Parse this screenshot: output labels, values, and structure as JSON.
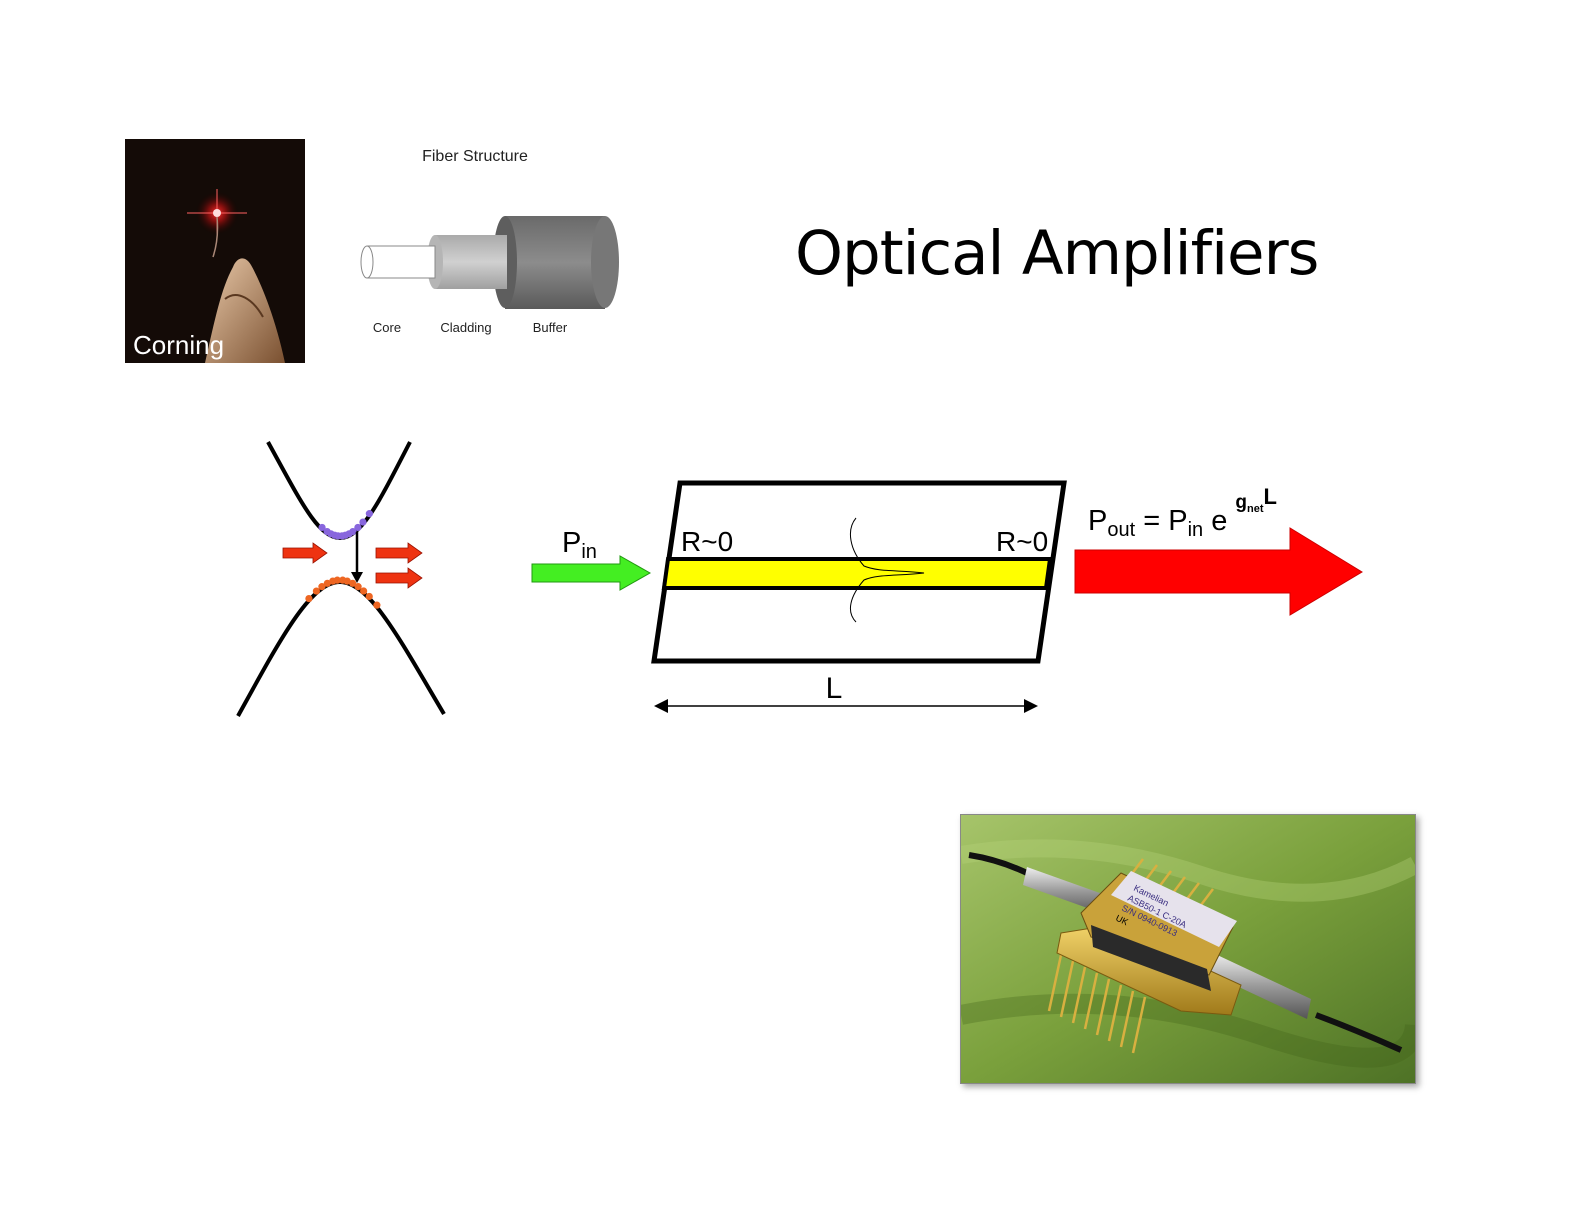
{
  "title": "Optical Amplifiers",
  "corning_photo": {
    "label": "Corning"
  },
  "fiber_structure": {
    "title": "Fiber Structure",
    "layers": [
      "Core",
      "Cladding",
      "Buffer"
    ]
  },
  "amplifier": {
    "input_label": "P",
    "input_sub": "in",
    "left_reflectivity": "R~0",
    "right_reflectivity": "R~0",
    "length_label": "L",
    "output_eq": {
      "pout": "P",
      "pout_sub": "out",
      "equals": " = ",
      "pin": "P",
      "pin_sub": "in",
      "base": " e ",
      "exp_g": "g",
      "exp_sub": "net",
      "exp_L": "L"
    }
  },
  "device_photo": {
    "label_lines": [
      "Kamelian",
      "ASB50-1 C-20A",
      "S/N 0940-0913",
      "UK"
    ]
  },
  "colors": {
    "waveguide_core": "#ffff00",
    "input_arrow": "#33dd22",
    "output_arrow": "#ff0000",
    "conduction_electrons": "#8866dd",
    "valence_holes": "#ee6622",
    "photon_arrows": "#ee3311"
  }
}
